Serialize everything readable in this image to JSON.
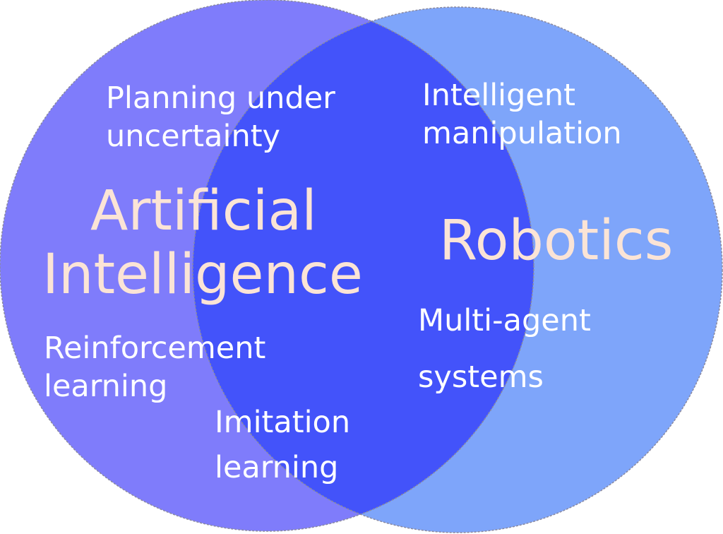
{
  "colors": {
    "ai_circle": "#7f7cfb",
    "robotics_circle": "#7ea5fa",
    "overlap": "#4353fa",
    "outline": "#8a8aa0",
    "major_label": "#fbe4d6",
    "term_label": "#ffffff"
  },
  "circles": {
    "ai": {
      "title_line1": "Artificial",
      "title_line2": "Intelligence"
    },
    "robotics": {
      "title": "Robotics"
    }
  },
  "terms": {
    "planning": {
      "line1": "Planning under",
      "line2": "uncertainty"
    },
    "manipulation": {
      "line1": "Intelligent",
      "line2": "manipulation"
    },
    "reinforcement": {
      "line1": "Reinforcement",
      "line2": "learning"
    },
    "imitation": {
      "line1": "Imitation",
      "line2": "learning"
    },
    "multiagent": {
      "line1": "Multi-agent",
      "line2": "systems"
    }
  }
}
